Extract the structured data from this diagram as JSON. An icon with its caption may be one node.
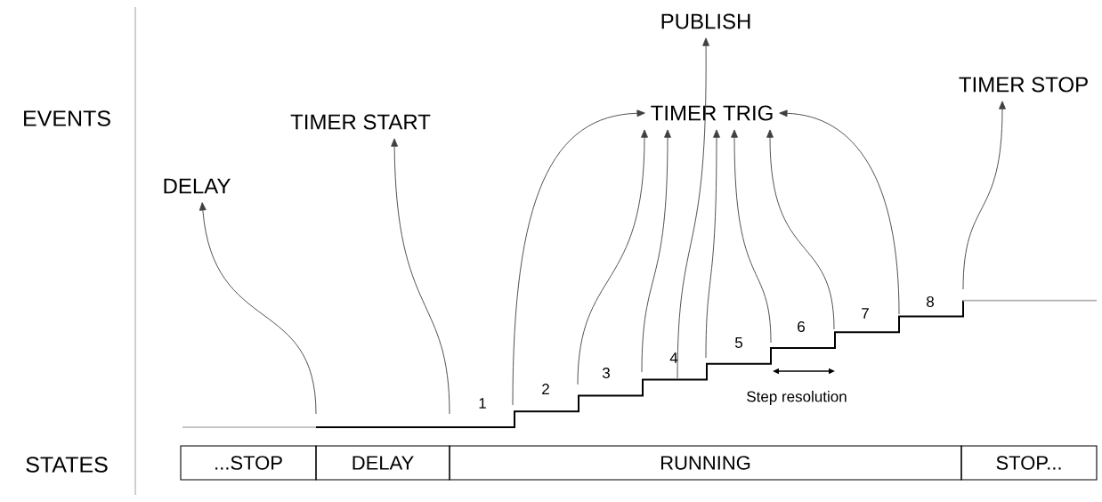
{
  "diagram": {
    "nodes": [
      {
        "text": [
          "PUBLISH"
        ]
      },
      {
        "text": [
          "TIMER STOP"
        ]
      },
      {
        "text": [
          "TIMER TRIG"
        ]
      },
      {
        "text": [
          "TIMER START"
        ]
      },
      {
        "text": [
          "DELAY"
        ]
      },
      {
        "text": [
          "...STOP"
        ]
      },
      {
        "text": [
          "DELAY"
        ]
      },
      {
        "text": [
          "RUNNING"
        ]
      },
      {
        "text": [
          "STOP..."
        ]
      }
    ],
    "edges": [
      {
        "from": null,
        "to": 4,
        "arrow": "to"
      },
      {
        "from": null,
        "to": 3,
        "arrow": "to"
      },
      {
        "from": null,
        "to": 2,
        "arrow": "to"
      },
      {
        "from": null,
        "to": 2,
        "arrow": "to"
      },
      {
        "from": null,
        "to": 2,
        "arrow": "to"
      },
      {
        "from": null,
        "to": 0,
        "arrow": "to"
      },
      {
        "from": null,
        "to": 2,
        "arrow": "to"
      },
      {
        "from": null,
        "to": 2,
        "arrow": "to"
      },
      {
        "from": null,
        "to": 2,
        "arrow": "to"
      },
      {
        "from": null,
        "to": 2,
        "arrow": "to"
      },
      {
        "from": null,
        "to": 1,
        "arrow": "to"
      }
    ],
    "labels": [
      "EVENTS",
      "1",
      "2",
      "3",
      "4",
      "5",
      "6",
      "7",
      "8",
      "Step resolution",
      "STATES"
    ]
  }
}
